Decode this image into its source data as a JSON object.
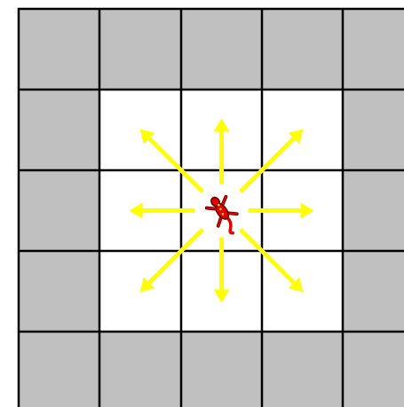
{
  "board": {
    "rows": 5,
    "cols": 5,
    "cells": [
      [
        "blocked",
        "blocked",
        "blocked",
        "blocked",
        "blocked"
      ],
      [
        "blocked",
        "open",
        "open",
        "open",
        "blocked"
      ],
      [
        "blocked",
        "open",
        "piece",
        "open",
        "blocked"
      ],
      [
        "blocked",
        "open",
        "open",
        "open",
        "blocked"
      ],
      [
        "blocked",
        "blocked",
        "blocked",
        "blocked",
        "blocked"
      ]
    ],
    "piece": {
      "name": "gecko",
      "row": 2,
      "col": 2
    },
    "moves": [
      {
        "direction": "up-left",
        "dr": -1,
        "dc": -1
      },
      {
        "direction": "up",
        "dr": -1,
        "dc": 0
      },
      {
        "direction": "up-right",
        "dr": -1,
        "dc": 1
      },
      {
        "direction": "left",
        "dr": 0,
        "dc": -1
      },
      {
        "direction": "right",
        "dr": 0,
        "dc": 1
      },
      {
        "direction": "down-left",
        "dr": 1,
        "dc": -1
      },
      {
        "direction": "down",
        "dr": 1,
        "dc": 0
      },
      {
        "direction": "down-right",
        "dr": 1,
        "dc": 1
      }
    ]
  },
  "colors": {
    "blocked_cell": "#c0c0c0",
    "open_cell": "#ffffff",
    "grid_line": "#000000",
    "arrow": "#ffff00",
    "gecko_body": "#e00000",
    "gecko_outline": "#5a0000",
    "gecko_spots": "#ffd000"
  },
  "icons": {
    "piece": "gecko-icon",
    "move": "arrow-icon"
  }
}
